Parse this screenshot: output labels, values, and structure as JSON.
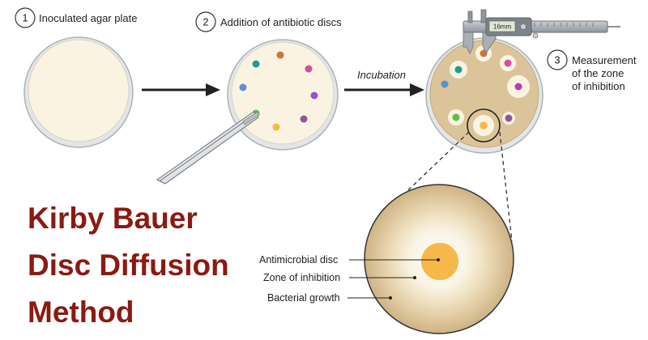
{
  "steps": [
    {
      "number": "1",
      "label": "Inoculated agar plate"
    },
    {
      "number": "2",
      "label": "Addition of antibiotic discs"
    },
    {
      "number": "3",
      "label_lines": [
        "Measurement",
        "of the zone",
        "of inhibition"
      ]
    }
  ],
  "incubation_label": "Incubation",
  "caliper_reading": "16mm",
  "title_lines": [
    "Kirby Bauer",
    "Disc Diffusion",
    "Method"
  ],
  "callouts": {
    "disc": "Antimicrobial disc",
    "zone": "Zone of inhibition",
    "growth": "Bacterial growth"
  },
  "colors": {
    "title": "#8a1a12",
    "agar": "#fbf3e2",
    "bacterial_lawn": "#dcc49a",
    "disc_orange": "#f7b84a"
  }
}
